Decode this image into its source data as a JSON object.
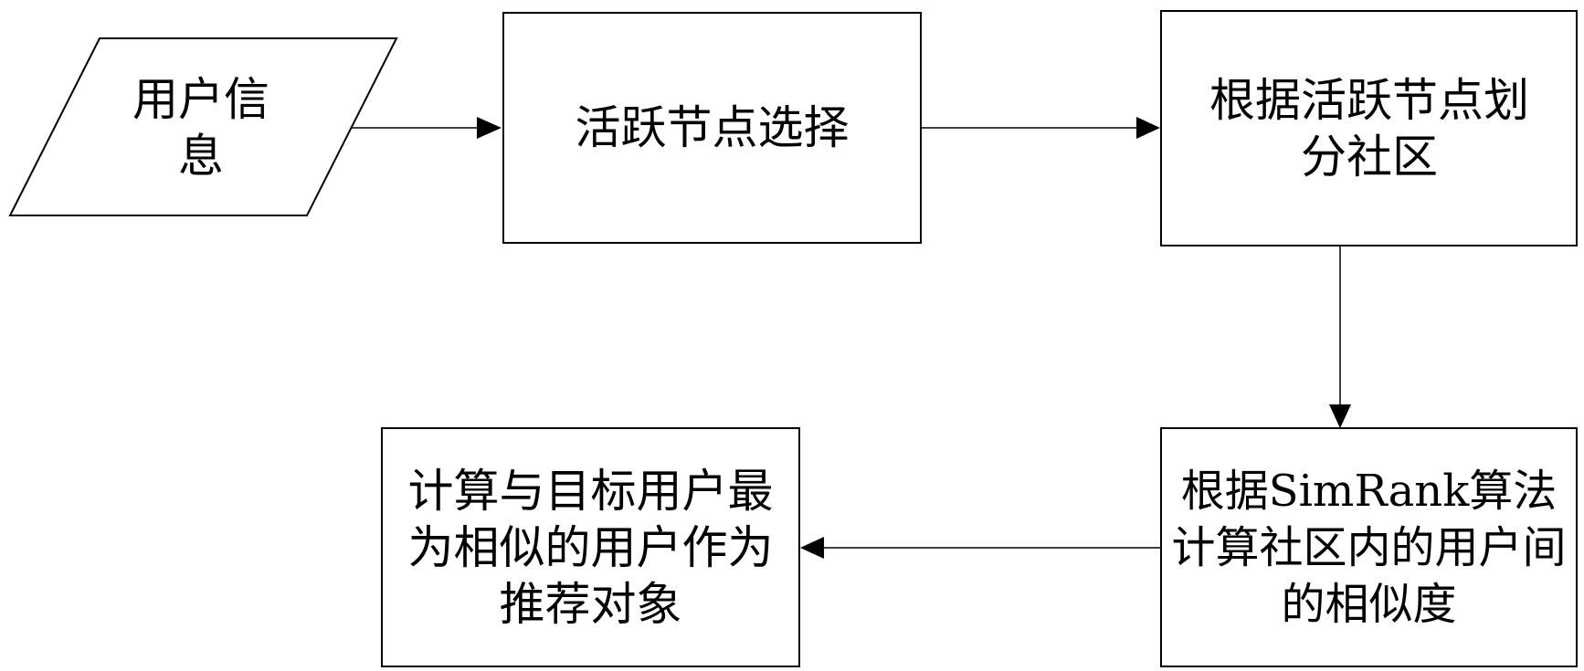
{
  "diagram": {
    "type": "flowchart",
    "nodes": [
      {
        "id": "user-info",
        "shape": "parallelogram",
        "text": "用户信息"
      },
      {
        "id": "active-node-selection",
        "shape": "rectangle",
        "text": "活跃节点选择"
      },
      {
        "id": "partition-community",
        "shape": "rectangle",
        "text": "根据活跃节点划分社区"
      },
      {
        "id": "simrank-similarity",
        "shape": "rectangle",
        "text": "根据SimRank算法计算社区内的用户间的相似度"
      },
      {
        "id": "recommend-target",
        "shape": "rectangle",
        "text": "计算与目标用户最为相似的用户作为推荐对象"
      }
    ],
    "edges": [
      {
        "from": "user-info",
        "to": "active-node-selection"
      },
      {
        "from": "active-node-selection",
        "to": "partition-community"
      },
      {
        "from": "partition-community",
        "to": "simrank-similarity"
      },
      {
        "from": "simrank-similarity",
        "to": "recommend-target"
      }
    ]
  }
}
